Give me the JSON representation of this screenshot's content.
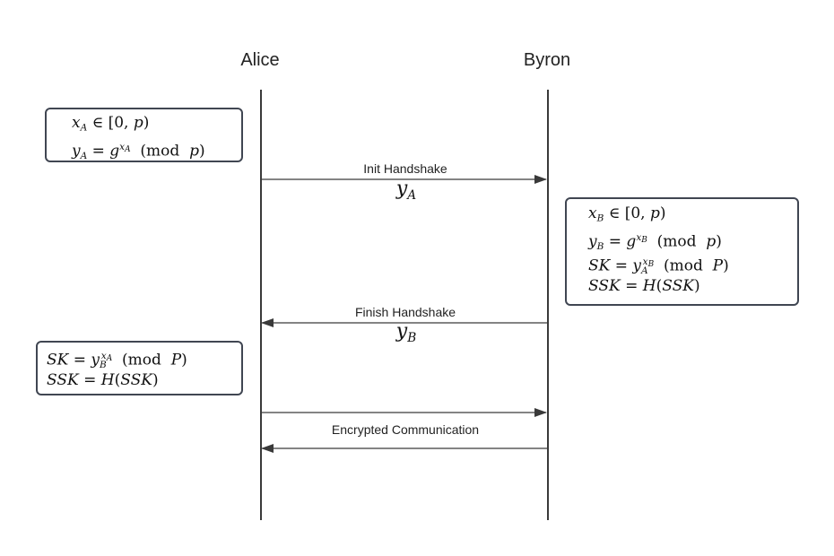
{
  "actors": {
    "left": "Alice",
    "right": "Byron"
  },
  "messages": {
    "init_handshake": "Init Handshake",
    "finish_handshake": "Finish Handshake",
    "encrypted_communication": "Encrypted Communication"
  },
  "message_vars": {
    "init": {
      "base": "y",
      "sub": "A"
    },
    "finish": {
      "base": "y",
      "sub": "B"
    }
  },
  "notes": {
    "alice_setup": [
      "x_A ∈ [0, p)",
      "y_A = g^{x_A} (mod p)"
    ],
    "byron_setup": [
      "x_B ∈ [0, p)",
      "y_B = g^{x_B} (mod p)",
      "SK = y_A^{x_B} (mod P)",
      "SSK = H(SSK)"
    ],
    "alice_key": [
      "SK = y_B^{x_A} (mod P)",
      "SSK = H(SSK)"
    ]
  },
  "colors": {
    "line": "#3a3a3a",
    "box_border": "#404652"
  }
}
